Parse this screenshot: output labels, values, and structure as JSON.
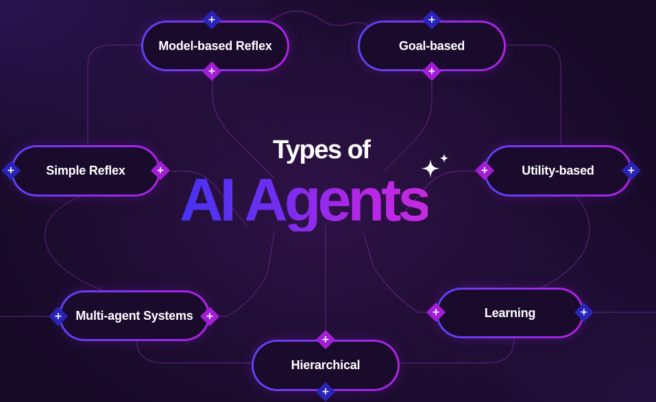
{
  "title": {
    "line1": "Types of",
    "line2": "AI Agents"
  },
  "colors": {
    "background": "#160a26",
    "accent_blue": "#4733f0",
    "accent_purple": "#b826e8",
    "node_fill": "#1a0b2c"
  },
  "icons": {
    "sparkle": "sparkle-icon",
    "port": "plus-icon"
  },
  "nodes": [
    {
      "id": "model-based-reflex",
      "label": "Model-based Reflex"
    },
    {
      "id": "goal-based",
      "label": "Goal-based"
    },
    {
      "id": "simple-reflex",
      "label": "Simple Reflex"
    },
    {
      "id": "utility-based",
      "label": "Utility-based"
    },
    {
      "id": "multi-agent-systems",
      "label": "Multi-agent Systems"
    },
    {
      "id": "learning",
      "label": "Learning"
    },
    {
      "id": "hierarchical",
      "label": "Hierarchical"
    }
  ],
  "port_symbol": "+"
}
